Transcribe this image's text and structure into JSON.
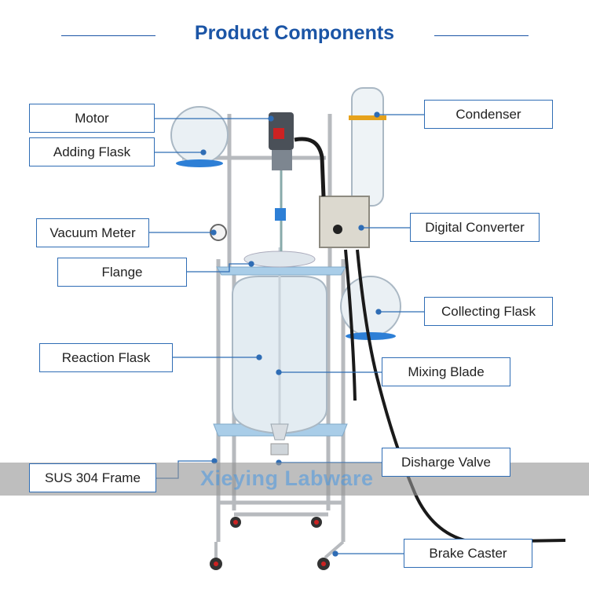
{
  "page": {
    "title": "Product Components",
    "watermark": "Xieying Labware"
  },
  "labels": {
    "motor": "Motor",
    "adding_flask": "Adding Flask",
    "vacuum_meter": "Vacuum Meter",
    "flange": "Flange",
    "reaction_flask": "Reaction Flask",
    "sus_frame": "SUS 304 Frame",
    "condenser": "Condenser",
    "digital_converter": "Digital Converter",
    "collecting_flask": "Collecting Flask",
    "mixing_blade": "Mixing Blade",
    "discharge_valve": "Disharge Valve",
    "brake_caster": "Brake Caster"
  },
  "colors": {
    "title": "#1b55a6",
    "box_border": "#2f6db5",
    "leader_line": "#2f6db5",
    "glass": "#dfe8ef",
    "tray": "#a9cde8",
    "frame": "#b9bcc0"
  }
}
